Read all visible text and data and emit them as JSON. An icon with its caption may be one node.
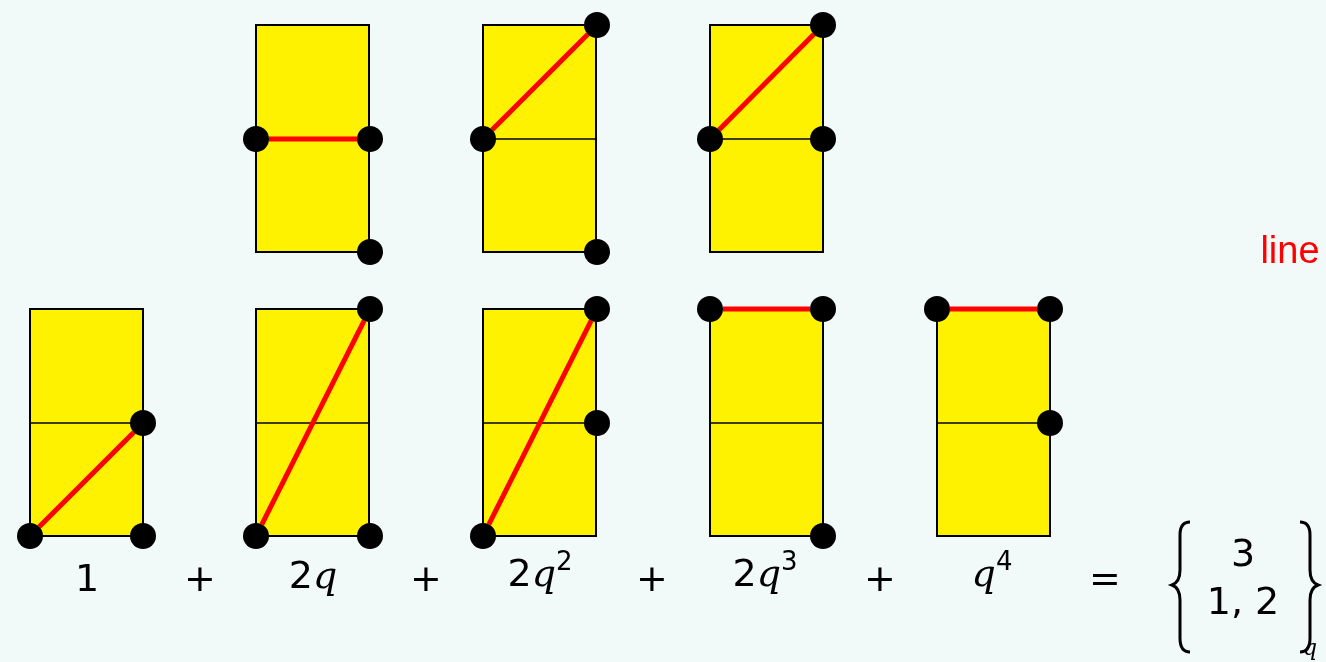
{
  "diagram": {
    "nodes": [
      {
        "text": [],
        "shape": "circle"
      },
      {
        "text": [],
        "shape": "circle"
      },
      {
        "text": [],
        "shape": "circle"
      },
      {
        "text": [],
        "shape": "circle"
      },
      {
        "text": [],
        "shape": "circle"
      },
      {
        "text": [],
        "shape": "circle"
      },
      {
        "text": [],
        "shape": "circle"
      },
      {
        "text": [],
        "shape": "circle"
      },
      {
        "text": [],
        "shape": "circle"
      },
      {
        "text": [],
        "shape": "circle"
      },
      {
        "text": [],
        "shape": "circle"
      },
      {
        "text": [],
        "shape": "circle"
      },
      {
        "text": [],
        "shape": "circle"
      },
      {
        "text": [],
        "shape": "circle"
      },
      {
        "text": [],
        "shape": "circle"
      },
      {
        "text": [],
        "shape": "circle"
      },
      {
        "text": [],
        "shape": "circle"
      },
      {
        "text": [],
        "shape": "circle"
      },
      {
        "text": [],
        "shape": "circle"
      },
      {
        "text": [],
        "shape": "circle"
      },
      {
        "text": [],
        "shape": "circle"
      },
      {
        "text": [],
        "shape": "circle"
      },
      {
        "text": [],
        "shape": "circle"
      },
      {
        "text": [],
        "shape": "circle"
      }
    ],
    "edges": [
      {
        "from": 0,
        "to": 1,
        "arrow": "none"
      },
      {
        "from": 4,
        "to": 3,
        "arrow": "none"
      },
      {
        "from": 7,
        "to": 6,
        "arrow": "none"
      },
      {
        "from": 10,
        "to": 9,
        "arrow": "none"
      },
      {
        "from": 13,
        "to": 12,
        "arrow": "none"
      },
      {
        "from": 17,
        "to": 15,
        "arrow": "none"
      },
      {
        "from": 18,
        "to": 19,
        "arrow": "none"
      },
      {
        "from": 21,
        "to": 22,
        "arrow": "none"
      }
    ],
    "labels": [
      "line",
      "1",
      "+",
      "2q",
      "+",
      "2q$^{2}$",
      "+",
      "2q$^{3}$",
      "+",
      "q$^{4}$",
      "=",
      "3",
      "1, 2",
      "q"
    ]
  }
}
